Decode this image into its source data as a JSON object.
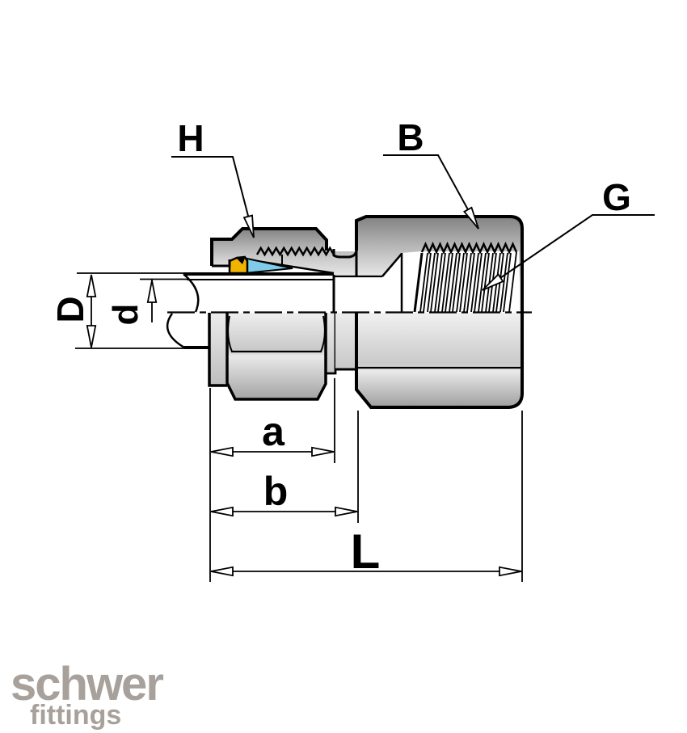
{
  "callouts": {
    "nut": "H",
    "body": "B",
    "female_thread": "G"
  },
  "dimensions": {
    "tube_outer_diameter": "D",
    "tube_inner_diameter": "d",
    "dim_a": "a",
    "dim_b": "b",
    "overall_length": "L"
  },
  "logo": {
    "brand": "schwer",
    "tagline": "fittings"
  },
  "colors": {
    "ferrule": "#f0b400",
    "cutting_ring": "#7ecbea",
    "logo": "#a8a19b",
    "outline": "#000000",
    "metal_dark": "#7f7f7f",
    "metal_light": "#f5f5f5"
  }
}
